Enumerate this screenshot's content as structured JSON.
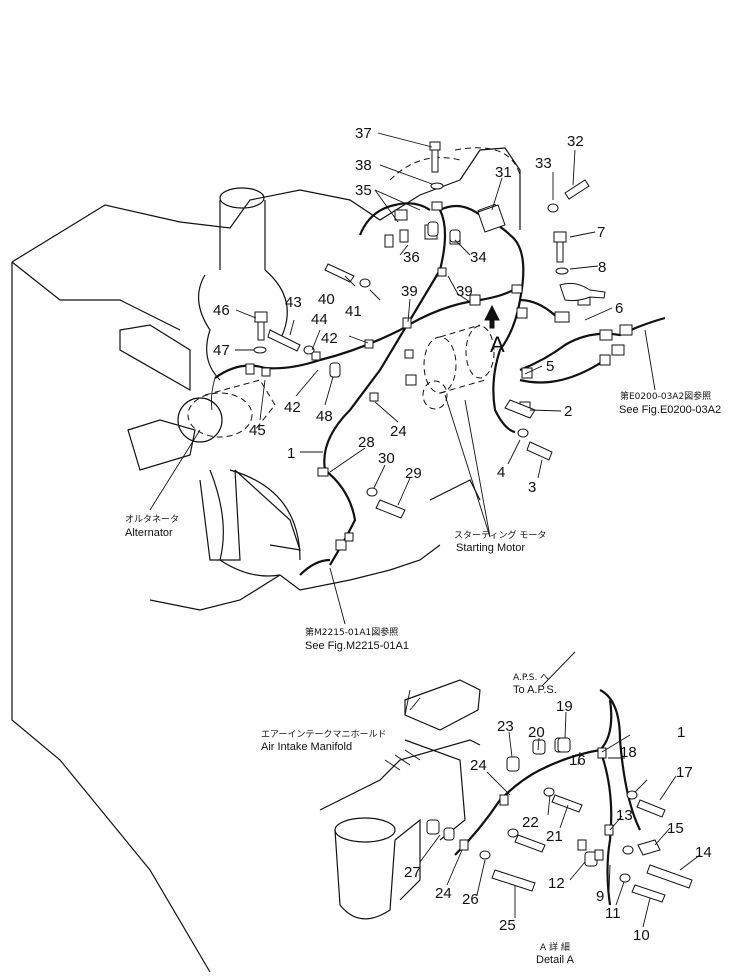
{
  "part_numbers": [
    "1",
    "2",
    "3",
    "4",
    "5",
    "6",
    "7",
    "8",
    "9",
    "10",
    "11",
    "12",
    "13",
    "14",
    "15",
    "16",
    "17",
    "18",
    "19",
    "20",
    "21",
    "22",
    "23",
    "24",
    "25",
    "26",
    "27",
    "28",
    "29",
    "30",
    "31",
    "32",
    "33",
    "34",
    "35",
    "36",
    "37",
    "38",
    "39",
    "40",
    "41",
    "42",
    "43",
    "44",
    "45",
    "46",
    "47",
    "48"
  ],
  "labels": {
    "alternator_jp": "オルタネータ",
    "alternator_en": "Alternator",
    "starting_motor_jp": "スターティング モータ",
    "starting_motor_en": "Starting Motor",
    "see_fig_e0200_jp": "第E0200-03A2図参照",
    "see_fig_e0200_en": "See Fig.E0200-03A2",
    "see_fig_m2215_jp": "第M2215-01A1図参照",
    "see_fig_m2215_en": "See Fig.M2215-01A1",
    "aps_jp": "A.P.S. へ",
    "aps_en": "To A.P.S.",
    "air_intake_jp": "エアーインテークマニホールド",
    "air_intake_en": "Air Intake Manifold",
    "detail_jp": "A 詳 細",
    "detail_en": "Detail A",
    "view_a": "A"
  }
}
